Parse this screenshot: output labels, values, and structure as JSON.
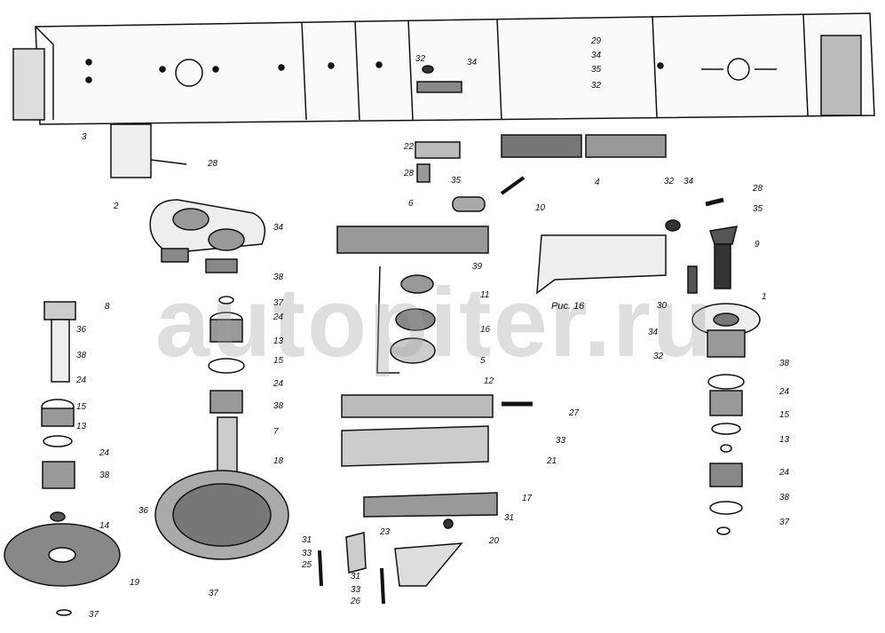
{
  "figure_ref": "Рис. 16",
  "watermark": "autopiter.ru",
  "labels": [
    "3",
    "28",
    "2",
    "34",
    "8",
    "38",
    "37",
    "24",
    "13",
    "15",
    "24",
    "38",
    "7",
    "18",
    "36",
    "38",
    "24",
    "15",
    "13",
    "24",
    "38",
    "14",
    "19",
    "37",
    "36",
    "37",
    "32",
    "34",
    "29",
    "34",
    "35",
    "32",
    "22",
    "35",
    "28",
    "4",
    "6",
    "10",
    "39",
    "11",
    "16",
    "5",
    "12",
    "32",
    "34",
    "28",
    "35",
    "9",
    "1",
    "30",
    "34",
    "32",
    "38",
    "24",
    "15",
    "13",
    "24",
    "38",
    "37",
    "27",
    "33",
    "21",
    "17",
    "31",
    "20",
    "23",
    "31",
    "33",
    "25",
    "31",
    "33",
    "26"
  ]
}
